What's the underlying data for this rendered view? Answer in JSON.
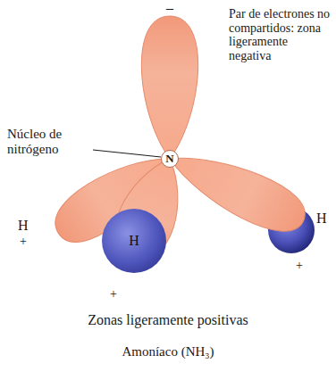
{
  "diagram": {
    "caption": "Amoníaco (NH₃)",
    "nodes": [
      {
        "text": [
          "N"
        ]
      },
      {
        "text": [
          "H"
        ]
      }
    ],
    "labels": [
      "–",
      "Par de electrones no compartidos: zona ligeramente negativa",
      "Núcleo de nitrógeno",
      "H",
      "+",
      "H",
      "+",
      "+",
      "Zonas ligeramente positivas"
    ]
  }
}
